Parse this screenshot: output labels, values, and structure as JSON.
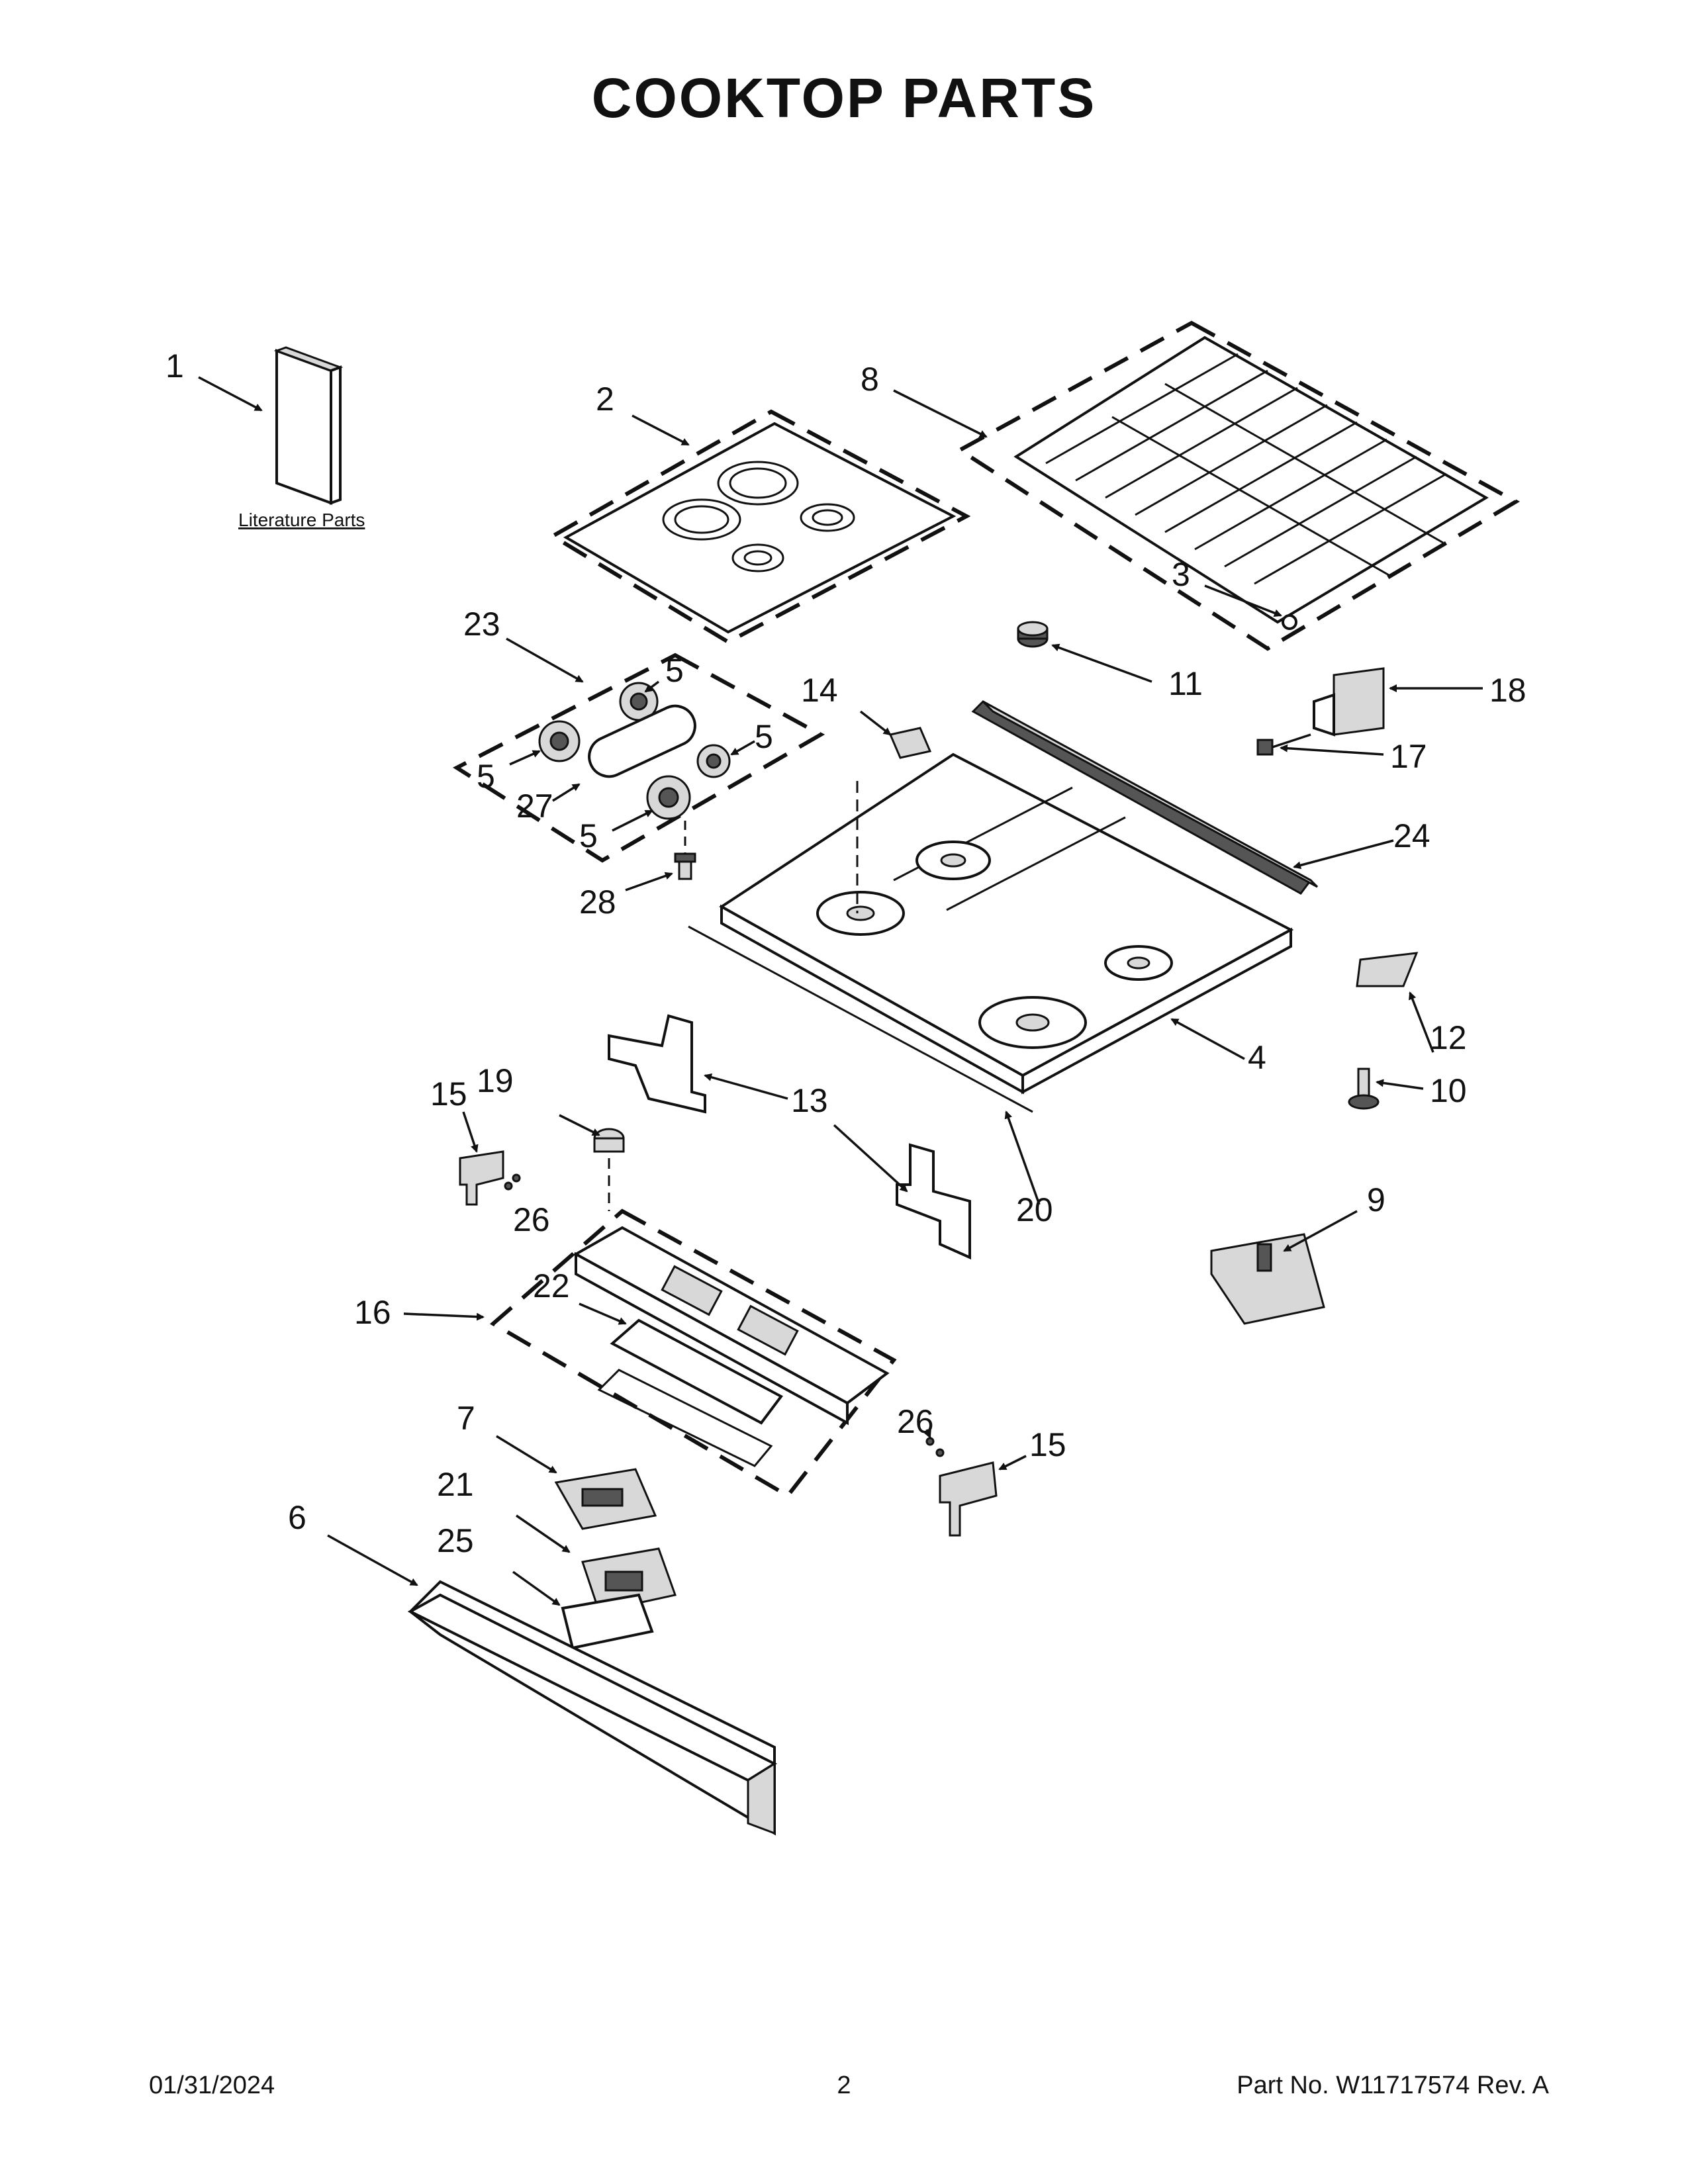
{
  "page": {
    "title": "COOKTOP PARTS",
    "footer_date": "01/31/2024",
    "footer_page": "2",
    "footer_part": "Part No.  W11717574  Rev.  A"
  },
  "literature_label": "Literature Parts",
  "callouts": {
    "c1": "1",
    "c2": "2",
    "c3": "3",
    "c4": "4",
    "c5a": "5",
    "c5b": "5",
    "c5c": "5",
    "c5d": "5",
    "c6": "6",
    "c7": "7",
    "c8": "8",
    "c9": "9",
    "c10": "10",
    "c11": "11",
    "c12": "12",
    "c13": "13",
    "c14": "14",
    "c15a": "15",
    "c15b": "15",
    "c16": "16",
    "c17": "17",
    "c18": "18",
    "c19": "19",
    "c20": "20",
    "c21": "21",
    "c22": "22",
    "c23": "23",
    "c24": "24",
    "c25": "25",
    "c26a": "26",
    "c26b": "26",
    "c27": "27",
    "c28": "28"
  }
}
